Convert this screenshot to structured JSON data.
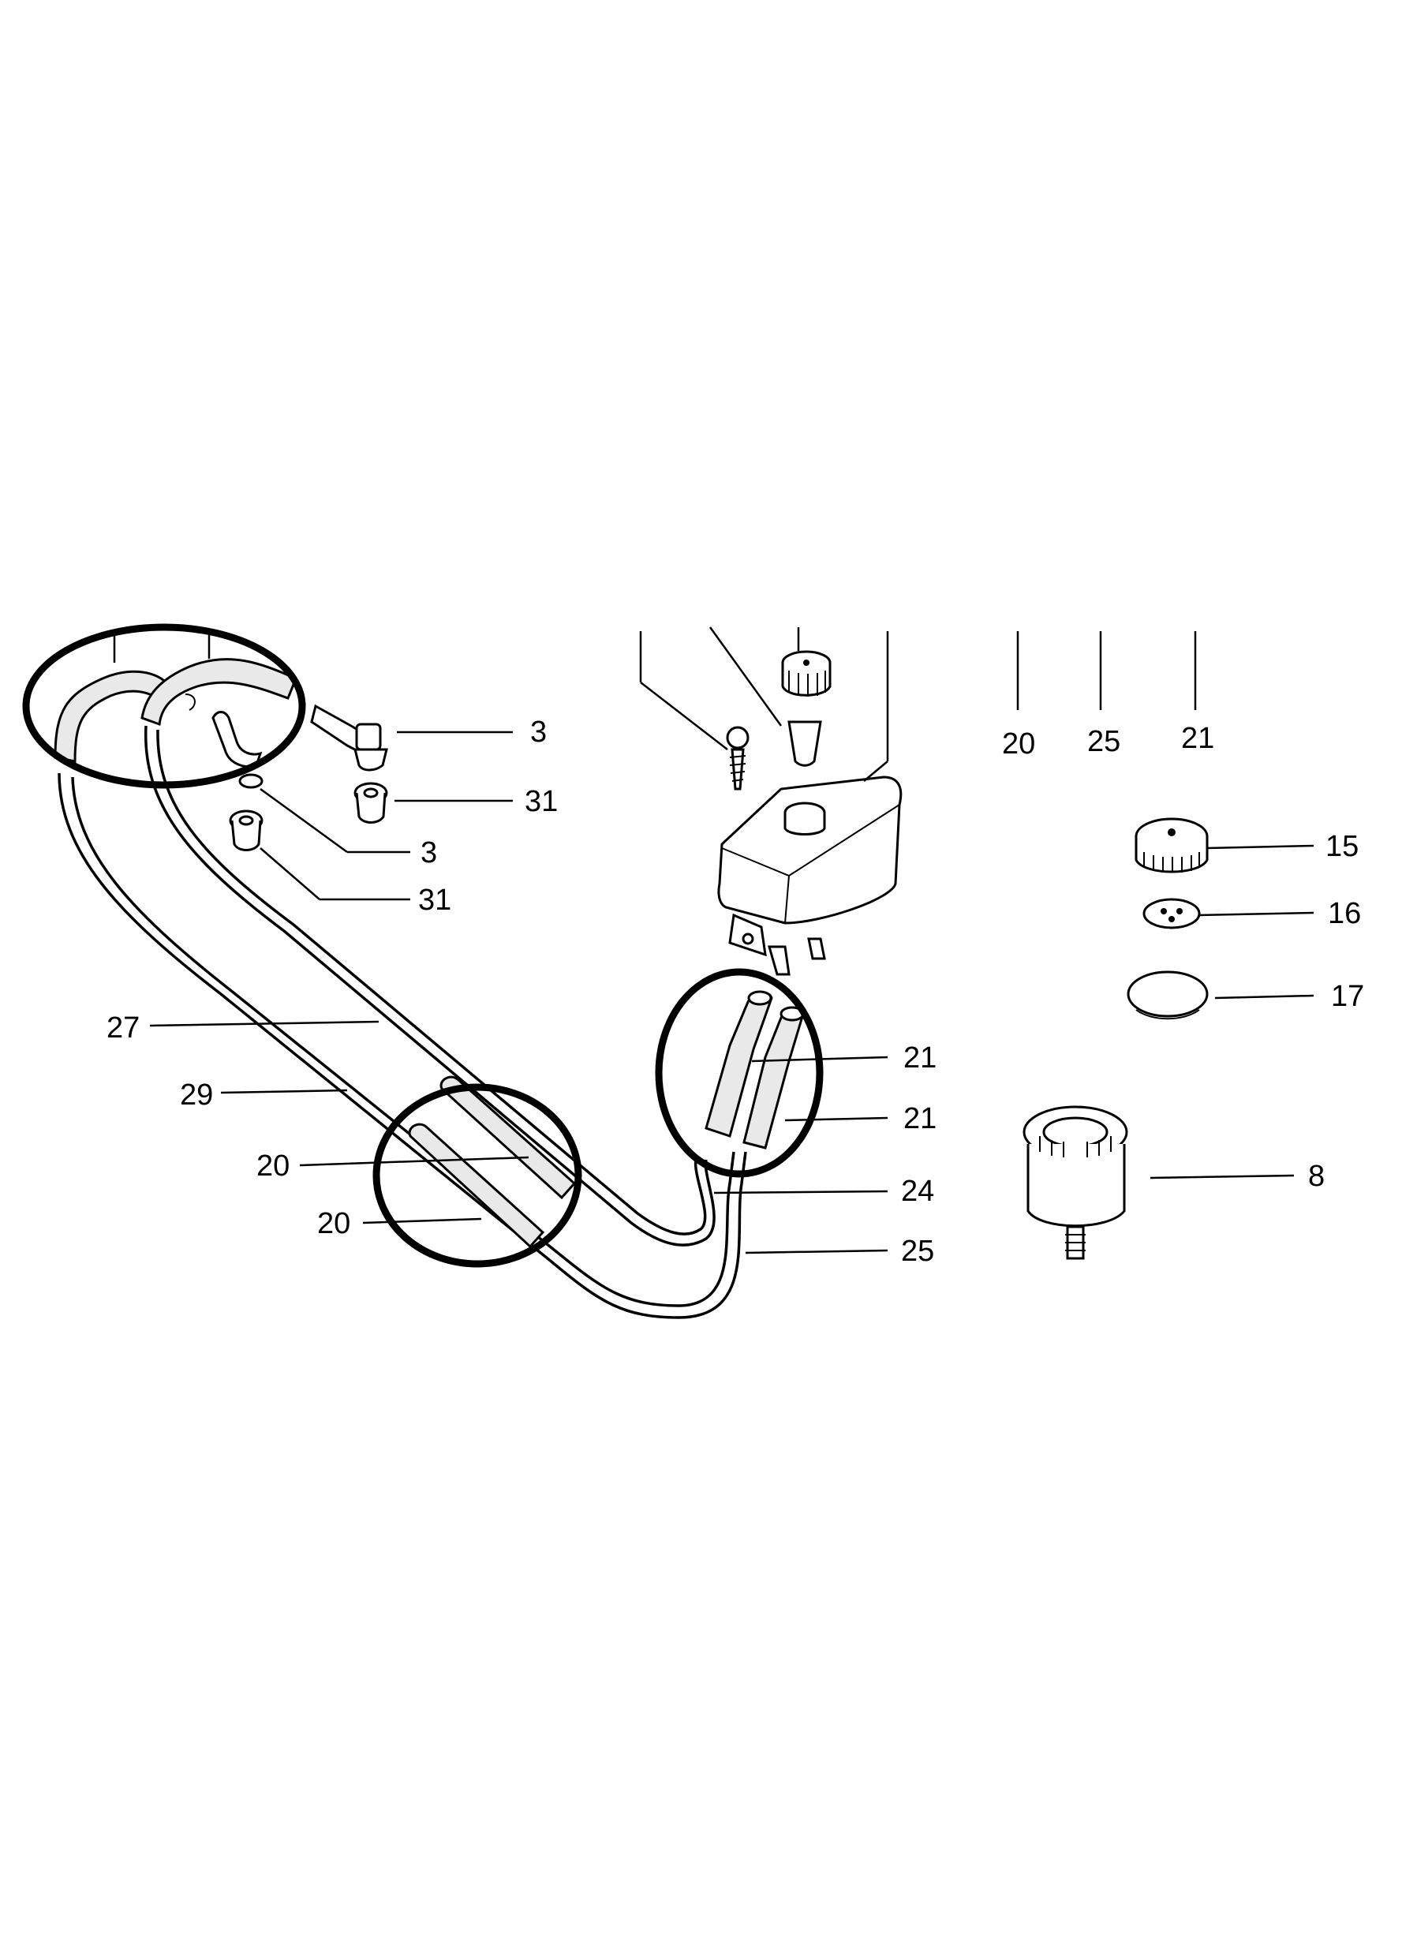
{
  "diagram": {
    "labels": {
      "p3a": "3",
      "p31a": "31",
      "p3b": "3",
      "p31b": "31",
      "p27": "27",
      "p29": "29",
      "p20a": "20",
      "p20b": "20",
      "p21a": "21",
      "p21b": "21",
      "p24": "24",
      "p25": "25",
      "p20top": "20",
      "p25top": "25",
      "p21top": "21",
      "p15": "15",
      "p16": "16",
      "p17": "17",
      "p8": "8"
    }
  },
  "colors": {
    "ink": "#000000",
    "background": "#ffffff",
    "foam": "#e9e9e9"
  }
}
